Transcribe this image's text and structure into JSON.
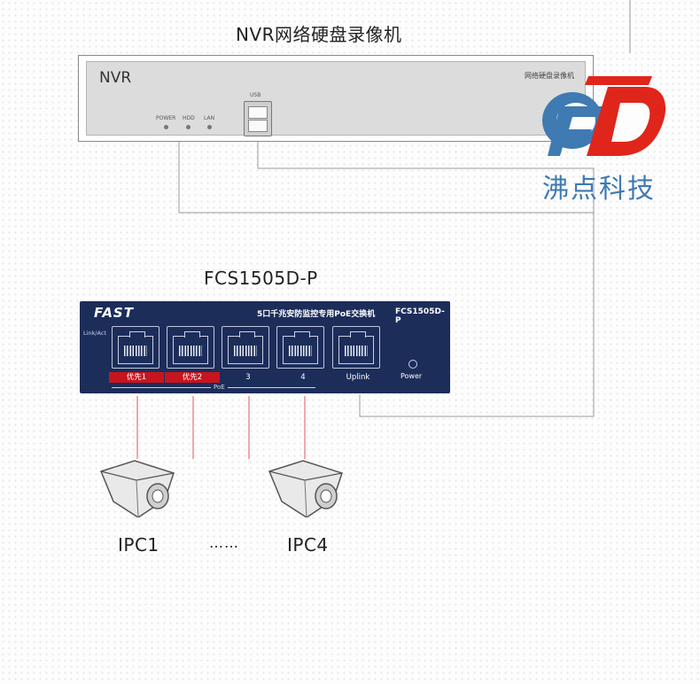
{
  "nvr": {
    "caption": "NVR网络硬盘录像机",
    "brand": "NVR",
    "panel_label": "网络硬盘录像机",
    "indicators": [
      "POWER",
      "HDD",
      "LAN"
    ],
    "usb_label": "USB"
  },
  "logo": {
    "text": "沸点科技",
    "colors": {
      "red": "#e0251b",
      "blue": "#3f7ab2"
    }
  },
  "switch": {
    "caption": "FCS1505D-P",
    "brand": "FAST",
    "description": "5口千兆安防监控专用PoE交换机",
    "model": "FCS1505D-P",
    "link_act": "Link/Act",
    "ports": [
      "优先1",
      "优先2",
      "3",
      "4",
      "Uplink"
    ],
    "poe_label": "PoE",
    "power_label": "Power",
    "color": "#1c2d5a",
    "highlight_color": "#c8151d"
  },
  "cameras": {
    "labels": [
      "IPC1",
      "IPC4"
    ],
    "ellipsis": "……"
  }
}
